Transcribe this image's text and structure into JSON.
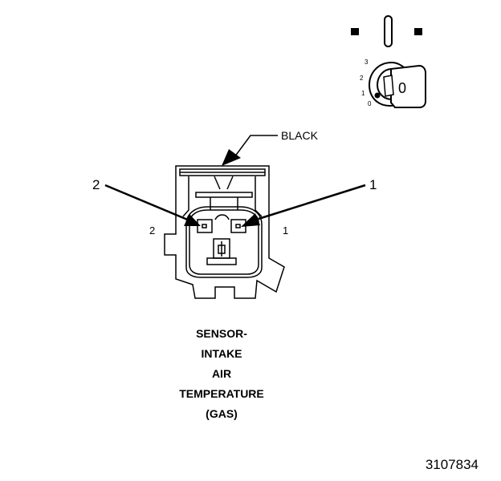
{
  "connector_color_label": "BLACK",
  "callouts": {
    "pin_left_callout": "2",
    "pin_right_callout": "1"
  },
  "cavity_labels": {
    "left": "2",
    "right": "1"
  },
  "key_icon": {
    "positions": [
      "3",
      "2",
      "1",
      "0"
    ],
    "key_character": "0"
  },
  "caption_lines": [
    "SENSOR-",
    "INTAKE",
    "AIR",
    "TEMPERATURE",
    "(GAS)"
  ],
  "document_number": "3107834",
  "colors": {
    "ink": "#000000",
    "background": "#ffffff"
  }
}
